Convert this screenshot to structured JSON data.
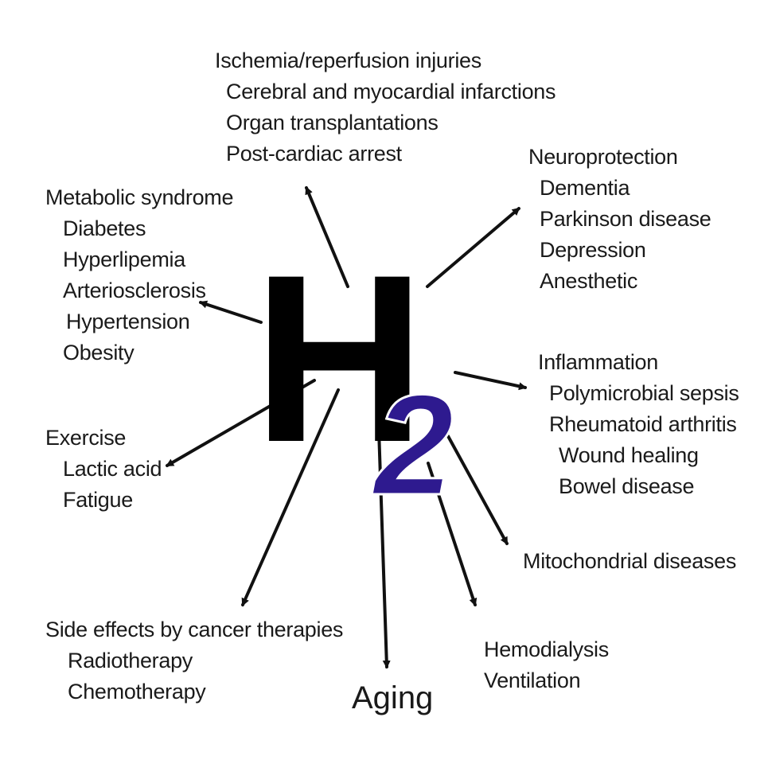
{
  "center": {
    "h": "H",
    "sub": "2"
  },
  "groups": [
    {
      "id": "ischemia",
      "head": "Ischemia/reperfusion injuries",
      "items": [
        "Cerebral and myocardial infarctions",
        "Organ transplantations",
        "Post-cardiac arrest"
      ]
    },
    {
      "id": "neuro",
      "head": "Neuroprotection",
      "items": [
        "Dementia",
        "Parkinson disease",
        "Depression",
        "Anesthetic"
      ]
    },
    {
      "id": "metabolic",
      "head": "Metabolic syndrome",
      "items": [
        "Diabetes",
        "Hyperlipemia",
        "Arteriosclerosis",
        "Hypertension",
        "Obesity"
      ]
    },
    {
      "id": "inflammation",
      "head": "Inflammation",
      "items": [
        "Polymicrobial sepsis",
        "Rheumatoid arthritis",
        "Wound healing",
        "Bowel disease"
      ]
    },
    {
      "id": "exercise",
      "head": "Exercise",
      "items": [
        "Lactic acid",
        "Fatigue"
      ]
    },
    {
      "id": "mito",
      "head": "Mitochondrial diseases",
      "items": []
    },
    {
      "id": "cancer",
      "head": "Side effects by cancer therapies",
      "items": [
        "Radiotherapy",
        "Chemotherapy"
      ]
    },
    {
      "id": "hemo",
      "head": "Hemodialysis",
      "items": [
        "Ventilation"
      ]
    }
  ],
  "aging": "Aging",
  "colors": {
    "text": "#1a1a1a",
    "h": "#000000",
    "two": "#2e1a8f"
  }
}
